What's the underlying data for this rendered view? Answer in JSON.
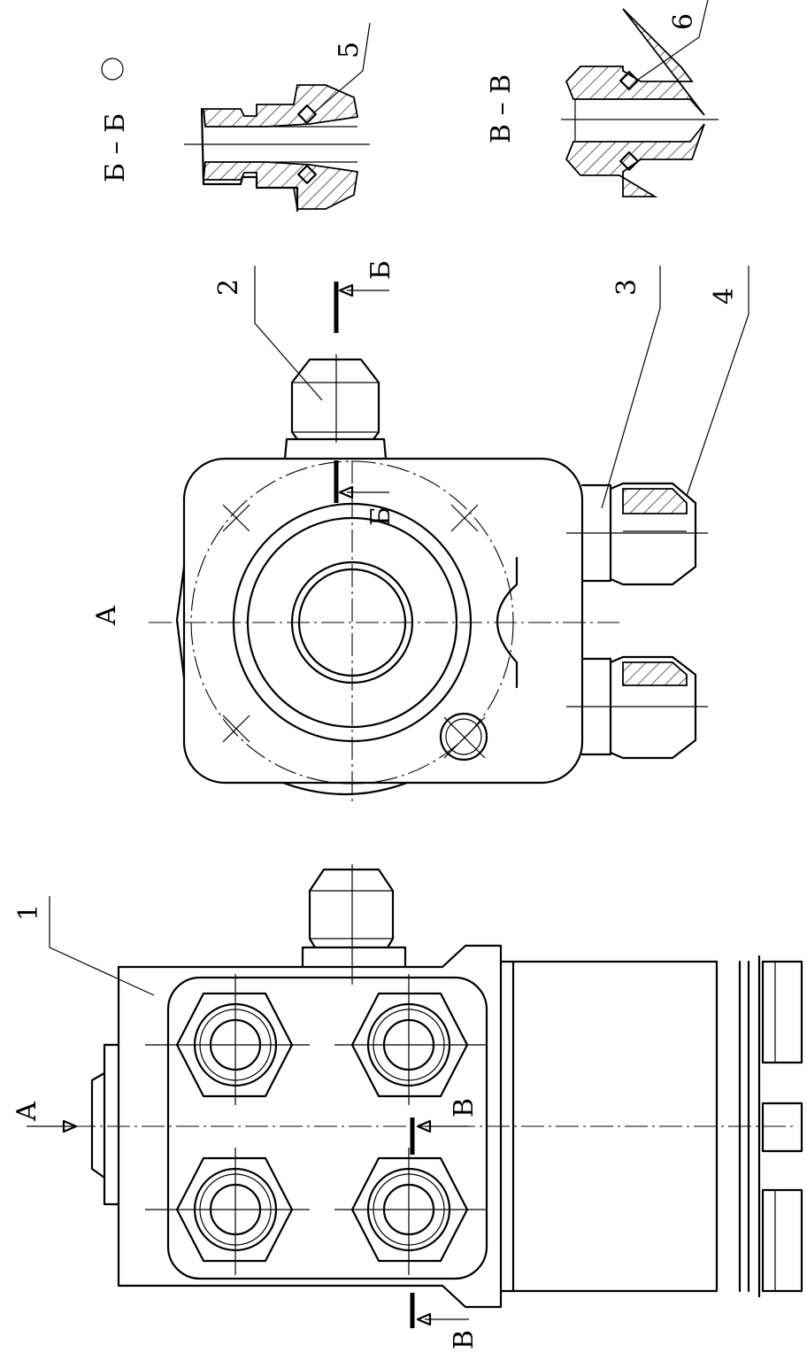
{
  "views": {
    "view_a_label": "A",
    "view_a_arrow_label": "A",
    "section_b_title": "Б – Б",
    "section_b_arrow_top": "Б",
    "section_b_arrow_bottom": "Б",
    "section_v_title": "В – В",
    "section_v_arrow_top": "В",
    "section_v_arrow_bottom": "В"
  },
  "callouts": [
    "1",
    "2",
    "3",
    "4",
    "5",
    "6"
  ]
}
